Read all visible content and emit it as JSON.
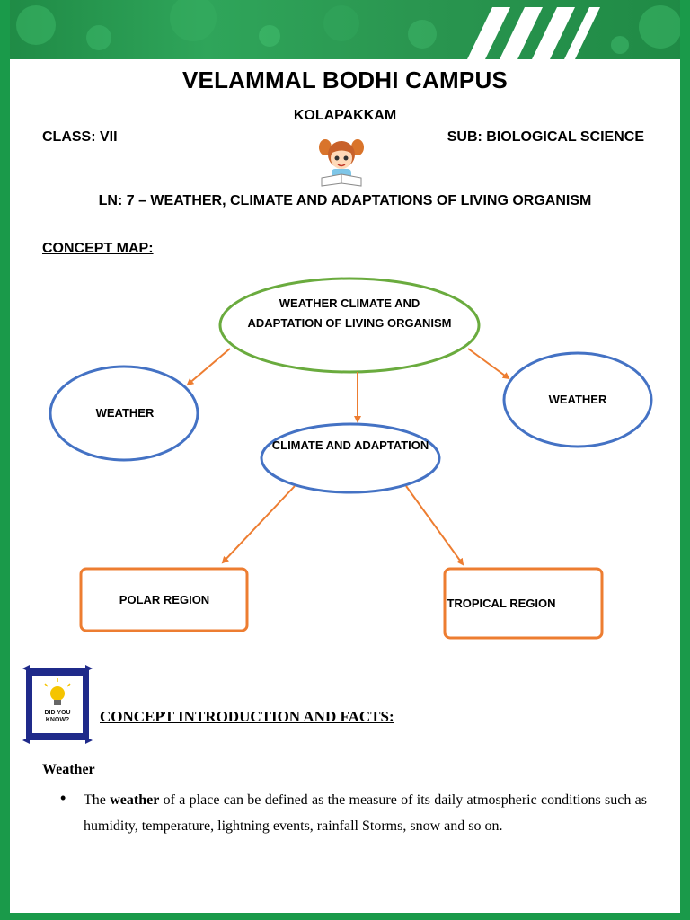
{
  "header": {
    "school_name": "VELAMMAL BODHI CAMPUS",
    "location": "KOLAPAKKAM",
    "class": "CLASS: VII",
    "subject": "SUB: BIOLOGICAL SCIENCE",
    "lesson": "LN: 7 – WEATHER, CLIMATE AND ADAPTATIONS OF LIVING ORGANISM"
  },
  "concept_map": {
    "heading": "CONCEPT MAP:",
    "central_line1": "WEATHER CLIMATE AND",
    "central_line2": "ADAPTATION OF LIVING ORGANISM",
    "left_node": "WEATHER",
    "right_node": "WEATHER",
    "middle_node": "CLIMATE AND ADAPTATION",
    "polar_node": "POLAR REGION",
    "tropical_node": "TROPICAL REGION"
  },
  "intro": {
    "badge_text": "DID YOU KNOW?",
    "heading": "CONCEPT INTRODUCTION AND FACTS:",
    "weather_heading": "Weather",
    "bullet_prefix": "The ",
    "bullet_bold": "weather",
    "bullet_rest": " of a place can be defined as the measure of its daily atmospheric conditions such as humidity, temperature, lightning events, rainfall Storms, snow and so on."
  },
  "colors": {
    "border_green": "#1a9a4a",
    "ellipse_green": "#6aab3e",
    "ellipse_blue": "#4472c4",
    "arrow_orange": "#ed7d31",
    "badge_navy": "#1f2a8a"
  }
}
